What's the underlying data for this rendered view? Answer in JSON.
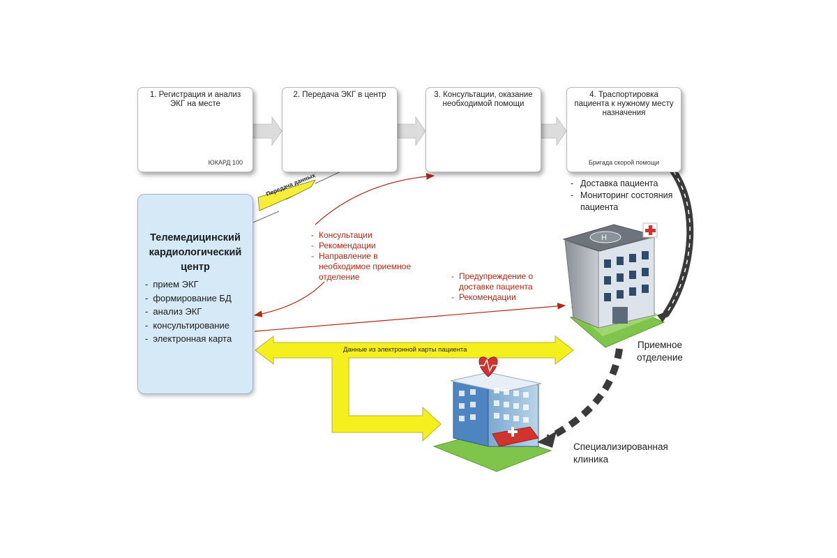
{
  "steps": [
    {
      "title": "1. Регистрация и анализ ЭКГ на месте",
      "caption": "ЮКАРД 100"
    },
    {
      "title": "2. Передача ЭКГ в центр",
      "caption": ""
    },
    {
      "title": "3. Консультации, оказание необходимой помощи",
      "caption": ""
    },
    {
      "title": "4. Траспортировка пациента к нужному месту назначения",
      "caption": "Бригада скорой помощи"
    }
  ],
  "center": {
    "title": "Телемедицинский кардиологический центр",
    "items": [
      "прием ЭКГ",
      "формирование БД",
      "анализ ЭКГ",
      "консультирование",
      "электронная карта"
    ]
  },
  "transmission_label": "Передача данных",
  "consult_items": [
    "Консультации",
    "Рекомендации",
    "Направление в необходимое приемное отделение"
  ],
  "warning_items": [
    "Предупреждение о доставке пациента",
    "Рекомендации"
  ],
  "delivery_items": [
    "Доставка пациента",
    "Мониторинг состояния пациента"
  ],
  "yellow_label": "Данные из электронной карты пациента",
  "admission_label": "Приемное отделение",
  "clinic_label": "Специализированная клиника",
  "colors": {
    "yellow": "#f5ef1e",
    "red_text": "#b02a16",
    "center_fill": "#d6e9f7",
    "road": "#3a3a3a"
  }
}
